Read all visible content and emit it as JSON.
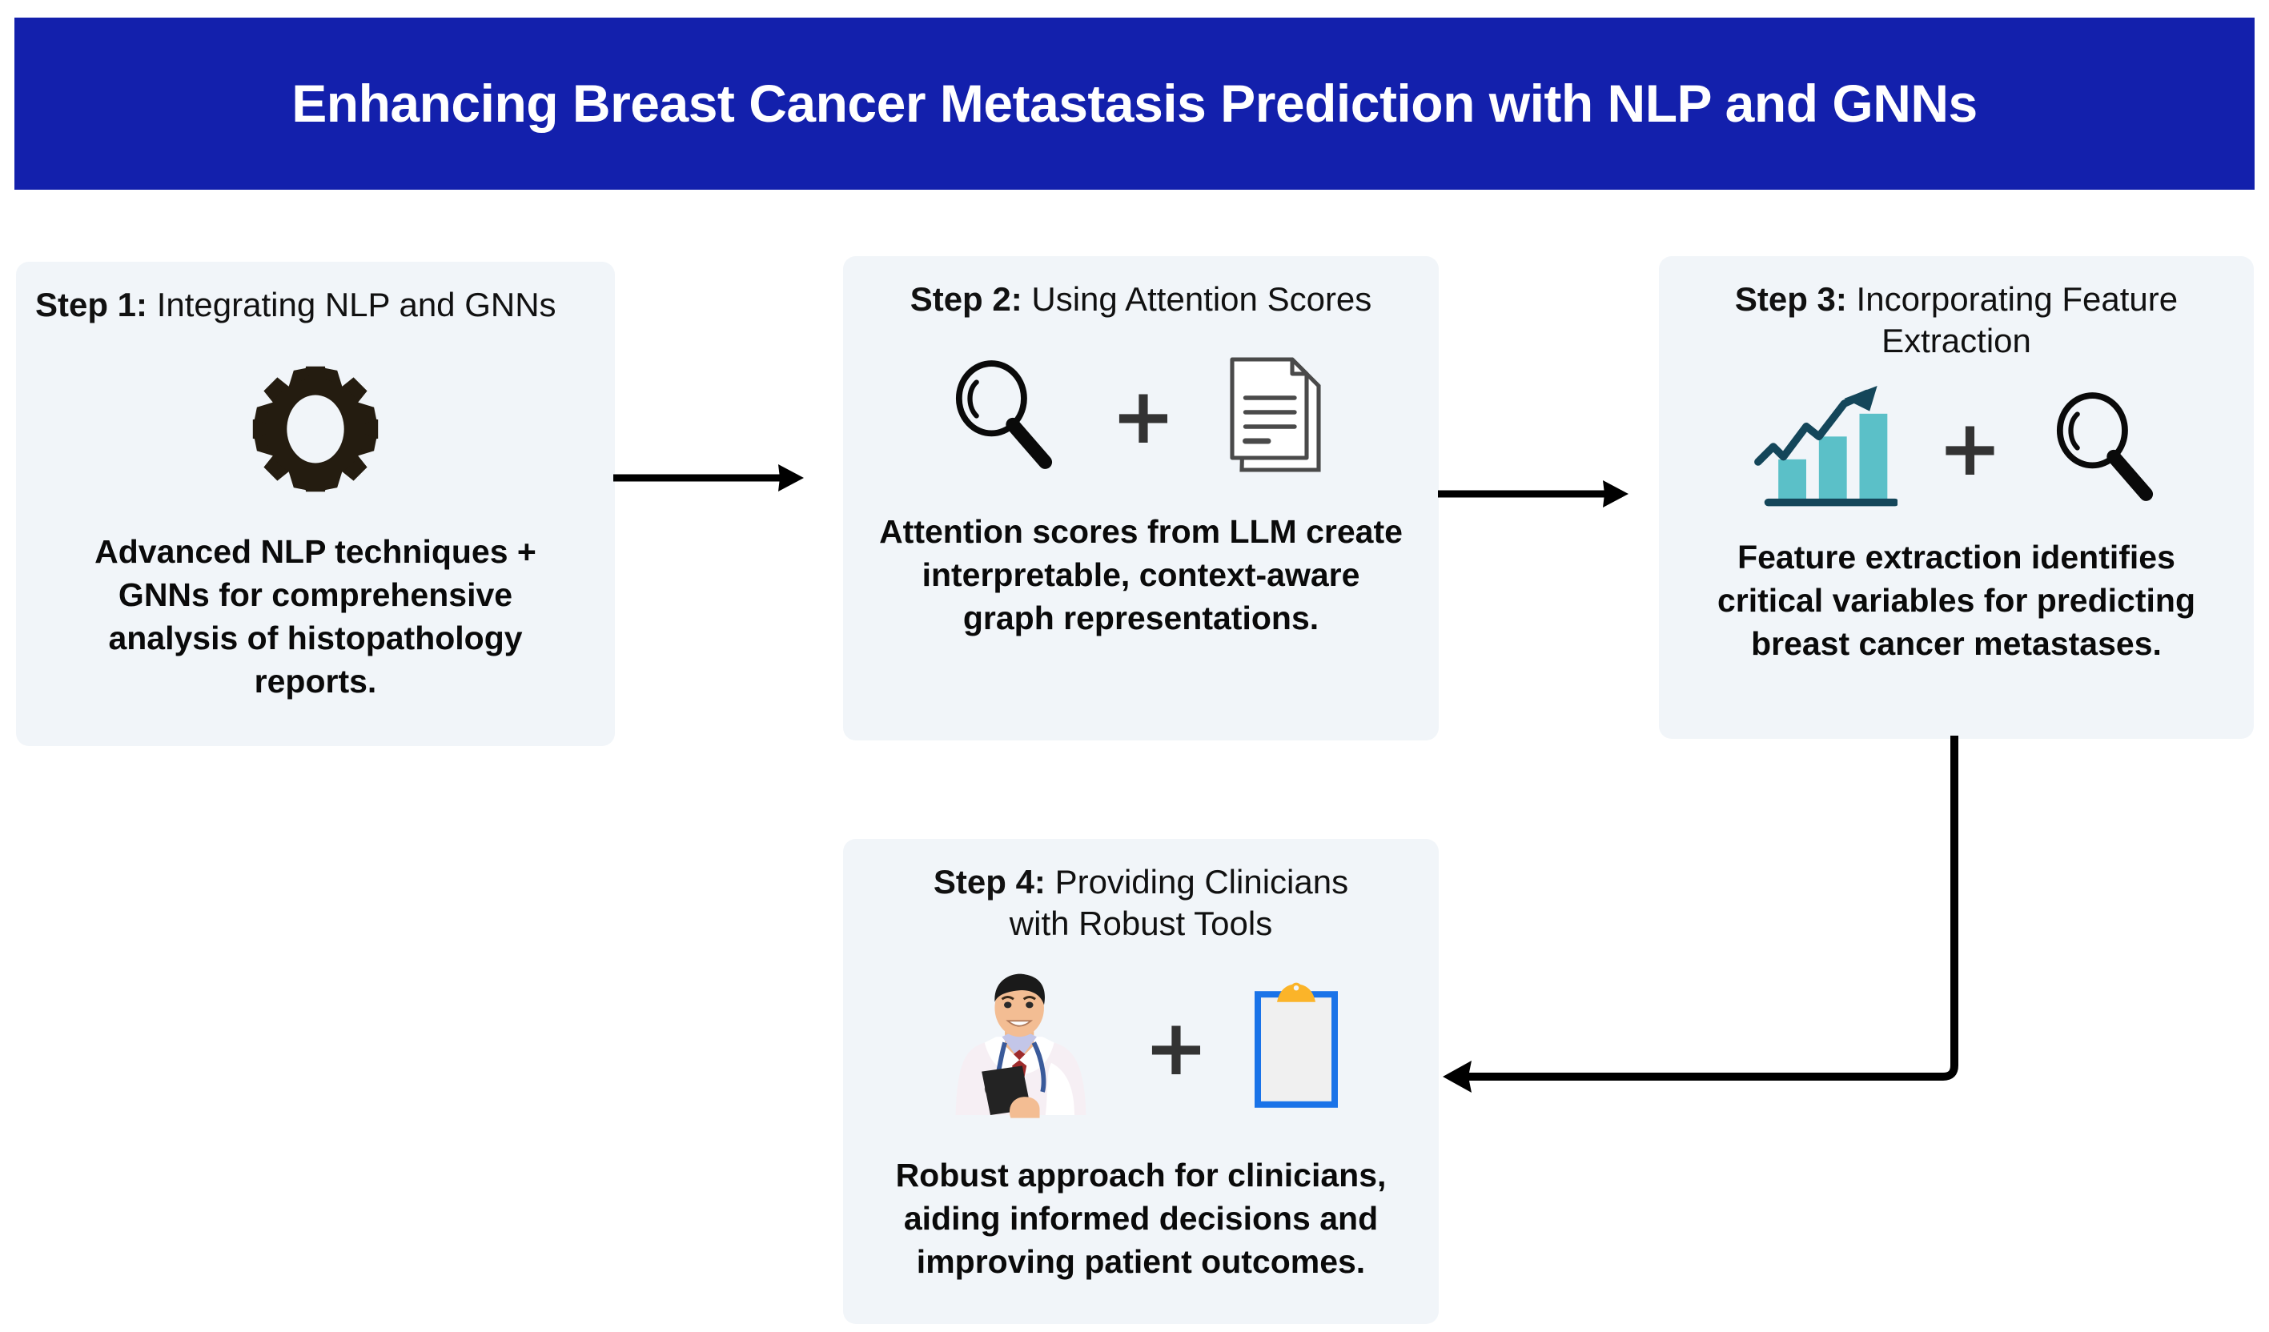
{
  "header": {
    "title": "Enhancing Breast Cancer Metastasis Prediction with NLP and GNNs",
    "background_color": "#1320ac",
    "text_color": "#ffffff"
  },
  "theme": {
    "card_background": "#f1f5f9",
    "card_radius": "16px",
    "text_color": "#0a0a0a",
    "connector_color": "#000000",
    "chart_bar_color": "#5bc0c8",
    "chart_arrow_color": "#14465a",
    "clipboard_border_color": "#1a73e8",
    "clipboard_clip_color": "#fbb429",
    "gear_color": "#241c10"
  },
  "steps": [
    {
      "id": "step-1",
      "label": "Step 1:",
      "title": " Integrating NLP and GNNs",
      "body": "Advanced NLP techniques + GNNs for comprehensive analysis of histopathology reports.",
      "icons": [
        "gear-icon"
      ]
    },
    {
      "id": "step-2",
      "label": "Step 2:",
      "title": " Using Attention Scores",
      "body": "Attention scores from LLM create interpretable, context-aware graph representations.",
      "icons": [
        "magnifier-icon",
        "plus-icon",
        "documents-icon"
      ],
      "plus": "+"
    },
    {
      "id": "step-3",
      "label": "Step 3:",
      "title": " Incorporating Feature Extraction",
      "body": "Feature extraction identifies critical variables for predicting breast cancer metastases.",
      "icons": [
        "growth-bar-chart-icon",
        "plus-icon",
        "magnifier-icon"
      ],
      "plus": "+"
    },
    {
      "id": "step-4",
      "label": "Step 4:",
      "title": " Providing Clinicians with Robust Tools",
      "body": "Robust approach for clinicians, aiding informed decisions and improving patient outcomes.",
      "icons": [
        "doctor-icon",
        "plus-icon",
        "clipboard-icon"
      ],
      "plus": "+"
    }
  ],
  "connectors": [
    {
      "id": "connector-1-2",
      "from": "step-1",
      "to": "step-2",
      "direction": "right"
    },
    {
      "id": "connector-2-3",
      "from": "step-2",
      "to": "step-3",
      "direction": "right"
    },
    {
      "id": "connector-3-4",
      "from": "step-3",
      "to": "step-4",
      "direction": "down-left-elbow"
    }
  ]
}
